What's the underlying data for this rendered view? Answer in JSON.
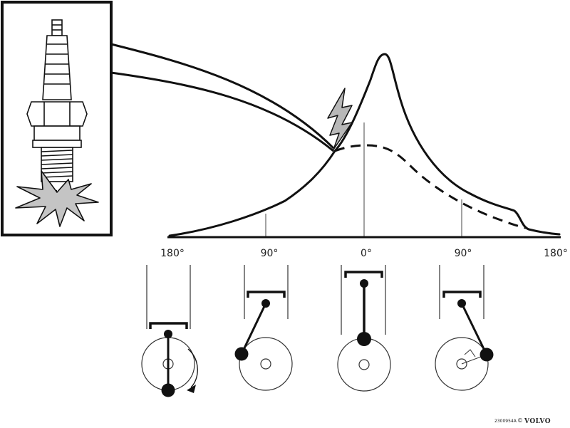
{
  "diagram": {
    "axis": {
      "ticks": [
        {
          "label": "180°",
          "role": "left-end"
        },
        {
          "label": "90°",
          "role": "left-quarter"
        },
        {
          "label": "0°",
          "role": "top-dead-centre"
        },
        {
          "label": "90°",
          "role": "right-quarter"
        },
        {
          "label": "180°",
          "role": "right-end"
        }
      ]
    },
    "curves": [
      {
        "id": "combustion-pressure",
        "style": "solid"
      },
      {
        "id": "compression-only-pressure",
        "style": "dashed"
      }
    ],
    "spark_event": {
      "icon": "lightning-bolt-icon"
    },
    "callout": {
      "subject": "spark-plug-icon"
    },
    "pistons": [
      {
        "position": "bottom-dead-centre",
        "arrow": "rotation-arrow-icon"
      },
      {
        "position": "mid-compression"
      },
      {
        "position": "top-dead-centre"
      },
      {
        "position": "mid-power"
      }
    ],
    "colors": {
      "line": "#111111",
      "bolt_fill": "#b8b8b8",
      "spark_fill": "#c4c4c4"
    }
  },
  "footer": {
    "code": "2300954A",
    "copyright_symbol": "©",
    "brand": "VOLVO"
  }
}
